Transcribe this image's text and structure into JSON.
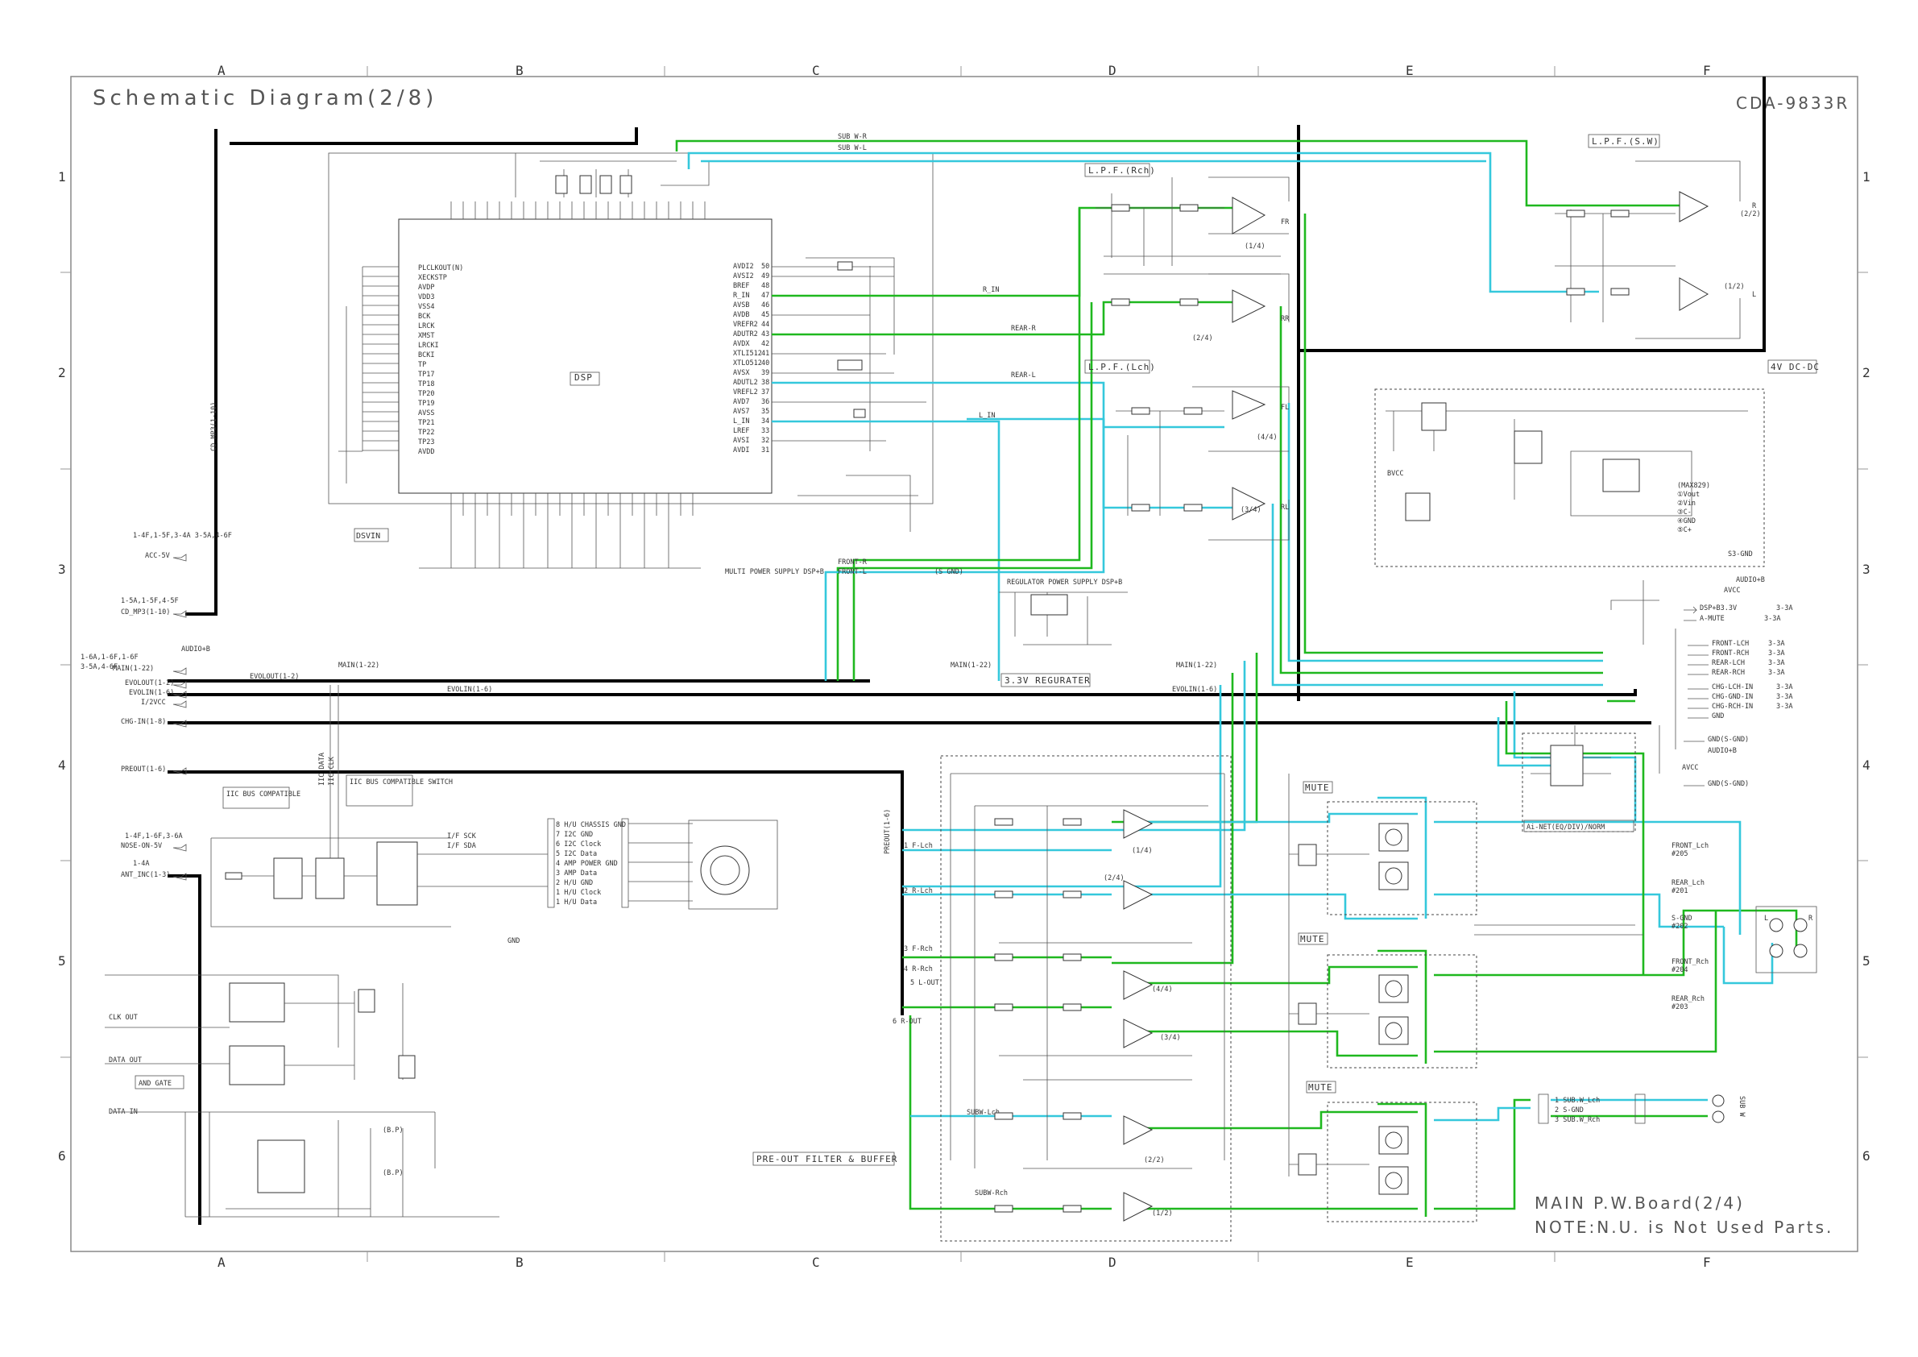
{
  "title": "Schematic Diagram(2/8)",
  "model": "CDA-9833R",
  "footer": {
    "board": "MAIN P.W.Board(2/4)",
    "note": "NOTE:N.U. is Not Used Parts."
  },
  "grid": {
    "cols": [
      "A",
      "B",
      "C",
      "D",
      "E",
      "F"
    ],
    "rows": [
      "1",
      "2",
      "3",
      "4",
      "5",
      "6"
    ]
  },
  "blocks": {
    "dsp": "DSP",
    "lpf_rch": "L.P.F.(Rch)",
    "lpf_lch": "L.P.F.(Lch)",
    "lpf_sw": "L.P.F.(S.W)",
    "dcdc": "4V DC-DC",
    "regulator": "3.3V REGURATER",
    "preout": "PRE-OUT FILTER & BUFFER",
    "mute1": "MUTE",
    "mute2": "MUTE",
    "mute3": "MUTE",
    "iic1": "IIC BUS COMPATIBLE",
    "iic2": "IIC BUS COMPATIBLE SWITCH",
    "andgate": "AND GATE",
    "dsvin": "DSVIN",
    "ainet": "Ai-NET(EQ/DIV)/NORM"
  },
  "dsp_pins_left": [
    "PLCLKOUT(N)",
    "XECKSTP",
    "AVDP",
    "VDD3",
    "VSS4",
    "BCK",
    "LRCK",
    "XMST",
    "LRCKI",
    "BCKI",
    "TP",
    "TP17",
    "TP18",
    "TP20",
    "TP19",
    "AVSS",
    "TP21",
    "TP22",
    "TP23",
    "AVDD"
  ],
  "dsp_pins_right": [
    "AVDI2",
    "AVSI2",
    "BREF",
    "R_IN",
    "AVSB",
    "AVDB",
    "VREFR2",
    "ADUTR2",
    "AVDX",
    "XTLI512",
    "XTLO512",
    "AVSX",
    "ADUTL2",
    "VREFL2",
    "AVD7",
    "AVS7",
    "L_IN",
    "LREF",
    "AVSI",
    "AVDI"
  ],
  "dsp_pin_nums_right": [
    "50",
    "49",
    "48",
    "47",
    "46",
    "45",
    "44",
    "43",
    "42",
    "41",
    "40",
    "39",
    "38",
    "37",
    "36",
    "35",
    "34",
    "33",
    "32",
    "31"
  ],
  "signals": {
    "subwr": "SUB W-R",
    "subwl": "SUB W-L",
    "r_in": "R_IN",
    "rear_r": "REAR-R",
    "rear_l": "REAR-L",
    "l_in": "L_IN",
    "front_r": "FRONT-R",
    "front_l": "FRONT-L",
    "multi_ps": "MULTI POWER SUPPLY DSP+B",
    "s_gnd": "(S GND)",
    "reg_ps": "REGULATOR POWER SUPPLY DSP+B",
    "main122a": "MAIN(1-22)",
    "main122b": "MAIN(1-22)",
    "main122c": "MAIN(1-22)",
    "evolout": "EVOLOUT(1-2)",
    "evolin_a": "EVOLIN(1-6)",
    "evolin_b": "EVOLIN(1-6)",
    "subw_lch": "SUBW-Lch",
    "subw_rch": "SUBW-Rch",
    "iic_data": "IIC DATA",
    "iic_clk": "IIC CLK",
    "if_sck": "I/F SCK",
    "if_sda": "I/F SDA",
    "clk_out": "CLK OUT",
    "data_out": "DATA OUT",
    "data_in": "DATA IN"
  },
  "left_connectors": [
    {
      "ref": "1-4F,1-5F,3-4A\n3-5A,4-6F",
      "text": "ACC-5V"
    },
    {
      "ref": "1-5A,1-5F,4-5F",
      "text": "CD_MP3(1-10)"
    },
    {
      "ref": "1-6A,1-6F,1-6F",
      "text": "AUDIO+B"
    },
    {
      "ref": "3-5A,4-6F",
      "text": "MAIN(1-22)"
    },
    {
      "ref": "",
      "text": "EVOLOUT(1-2)"
    },
    {
      "ref": "",
      "text": "EVOLIN(1-6)"
    },
    {
      "ref": "",
      "text": "I/2VCC"
    },
    {
      "ref": "",
      "text": "CHG-IN(1-8)"
    },
    {
      "ref": "",
      "text": "PREOUT(1-6)"
    },
    {
      "ref": "1-4F,1-6F,3-6A",
      "text": "NOSE-ON-5V"
    },
    {
      "ref": "1-4A",
      "text": "ANT_INC(1-3)"
    }
  ],
  "right_connectors": [
    "DSP+B3.3V",
    "A-MUTE",
    "FRONT-LCH",
    "FRONT-RCH",
    "REAR-LCH",
    "REAR-RCH",
    "CHG-LCH-IN",
    "CHG-GND-IN",
    "CHG-RCH-IN",
    "GND",
    "GND(S-GND)",
    "AUDIO+B",
    "AVCC",
    "GND(S-GND)"
  ],
  "right_refs": [
    "3-3A",
    "3-3A",
    "3-3A",
    "3-3A",
    "3-3A",
    "3-3A",
    "3-3A",
    "3-3A",
    "3-3A"
  ],
  "hu_connector": [
    "8 H/U CHASSIS GND",
    "7 I2C GND",
    "6 I2C Clock",
    "5 I2C Data",
    "4 AMP POWER GND",
    "3 AMP Data",
    "2 H/U GND",
    "1 H/U Clock",
    "1 H/U Data"
  ],
  "outputs": [
    {
      "name": "FRONT_Lch",
      "ref": "#205"
    },
    {
      "name": "REAR_Lch",
      "ref": "#201"
    },
    {
      "name": "S-GND",
      "ref": "#202"
    },
    {
      "name": "FRONT_Rch",
      "ref": "#204"
    },
    {
      "name": "REAR_Rch",
      "ref": "#203"
    }
  ],
  "subw_conn": [
    "1 SUB.W_Lch",
    "2 S-GND",
    "3 SUB.W_Rch"
  ],
  "subw_label": "SUB W",
  "dcdc_pins": [
    "(MAX829)",
    "①Vout",
    "②Vin",
    "③C-",
    "④GND",
    "⑤C+"
  ],
  "opamp_units": [
    "(1/4)",
    "(2/4)",
    "(3/4)",
    "(4/4)",
    "(1/2)",
    "(2/2)"
  ],
  "pre_in": [
    "1 F-Lch",
    "2 R-Lch",
    "3 F-Rch",
    "4 R-Rch",
    "5 L-OUT",
    "6 R-OUT"
  ],
  "misc": {
    "preout_v": "PREOUT(1-6)",
    "gnd": "GND",
    "bp1": "(B.P)",
    "bp2": "(B.P)",
    "s3gnd": "S3-GND",
    "bvcc": "BVCC",
    "avcc": "AVCC",
    "audiob": "AUDIO+B"
  }
}
